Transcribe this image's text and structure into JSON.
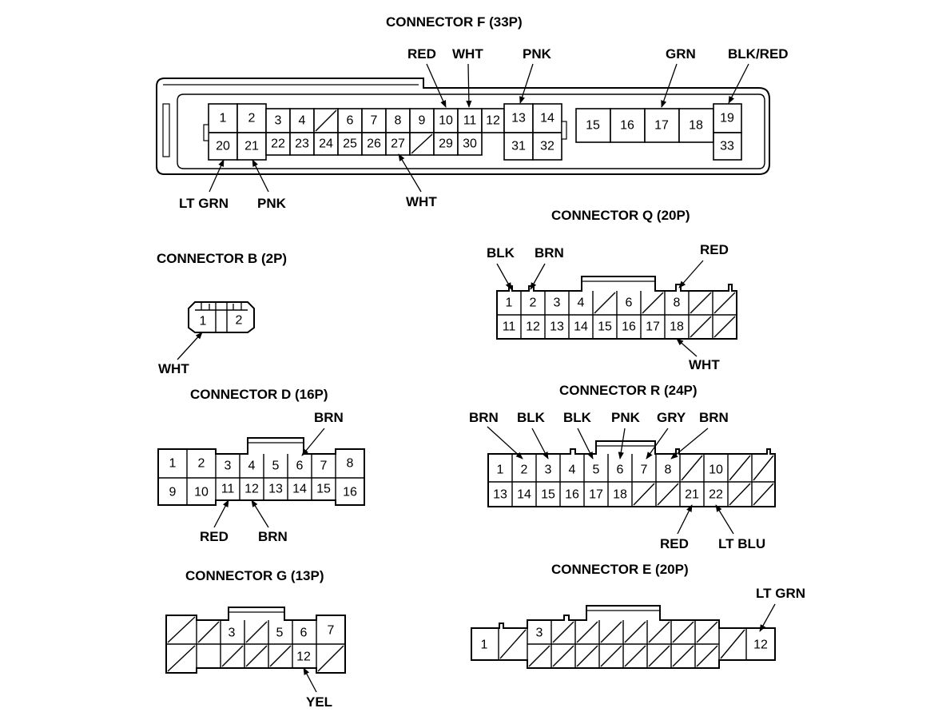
{
  "connectors": {
    "F": {
      "title": "CONNECTOR F (33P)",
      "pins_top": [
        "1",
        "2",
        "3",
        "4",
        "",
        "6",
        "7",
        "8",
        "9",
        "10",
        "11",
        "12",
        "13",
        "14",
        "15",
        "16",
        "17",
        "18",
        "19"
      ],
      "pins_bottom": [
        "20",
        "21",
        "22",
        "23",
        "24",
        "25",
        "26",
        "27",
        "",
        "29",
        "30",
        "31",
        "32",
        "33"
      ],
      "wires": {
        "red": "RED",
        "wht_top": "WHT",
        "pnk_top": "PNK",
        "grn": "GRN",
        "blk_red": "BLK/RED",
        "lt_grn": "LT GRN",
        "pnk_bottom": "PNK",
        "wht_bottom": "WHT"
      }
    },
    "Q": {
      "title": "CONNECTOR Q (20P)",
      "pins_top": [
        "1",
        "2",
        "3",
        "4",
        "6",
        "8"
      ],
      "pins_bottom": [
        "11",
        "12",
        "13",
        "14",
        "15",
        "16",
        "17",
        "18"
      ],
      "wires": {
        "blk": "BLK",
        "brn": "BRN",
        "red": "RED",
        "wht": "WHT"
      }
    },
    "B": {
      "title": "CONNECTOR B (2P)",
      "pins": [
        "1",
        "2"
      ],
      "wires": {
        "wht": "WHT"
      }
    },
    "D": {
      "title": "CONNECTOR D (16P)",
      "pins_top": [
        "1",
        "2",
        "3",
        "4",
        "5",
        "6",
        "7",
        "8"
      ],
      "pins_bottom": [
        "9",
        "10",
        "11",
        "12",
        "13",
        "14",
        "15",
        "16"
      ],
      "wires": {
        "brn_top": "BRN",
        "red": "RED",
        "brn_bottom": "BRN"
      }
    },
    "R": {
      "title": "CONNECTOR R (24P)",
      "pins_top": [
        "1",
        "2",
        "3",
        "4",
        "5",
        "6",
        "7",
        "8",
        "10"
      ],
      "pins_bottom": [
        "13",
        "14",
        "15",
        "16",
        "17",
        "18",
        "21",
        "22"
      ],
      "wires": {
        "brn1": "BRN",
        "blk1": "BLK",
        "blk2": "BLK",
        "pnk": "PNK",
        "gry": "GRY",
        "brn2": "BRN",
        "red": "RED",
        "lt_blu": "LT BLU"
      }
    },
    "G": {
      "title": "CONNECTOR G (13P)",
      "pins": [
        "3",
        "5",
        "6",
        "7",
        "12"
      ],
      "wires": {
        "yel": "YEL"
      }
    },
    "E": {
      "title": "CONNECTOR E (20P)",
      "pins": [
        "1",
        "3",
        "12"
      ],
      "wires": {
        "lt_grn": "LT GRN"
      }
    }
  }
}
